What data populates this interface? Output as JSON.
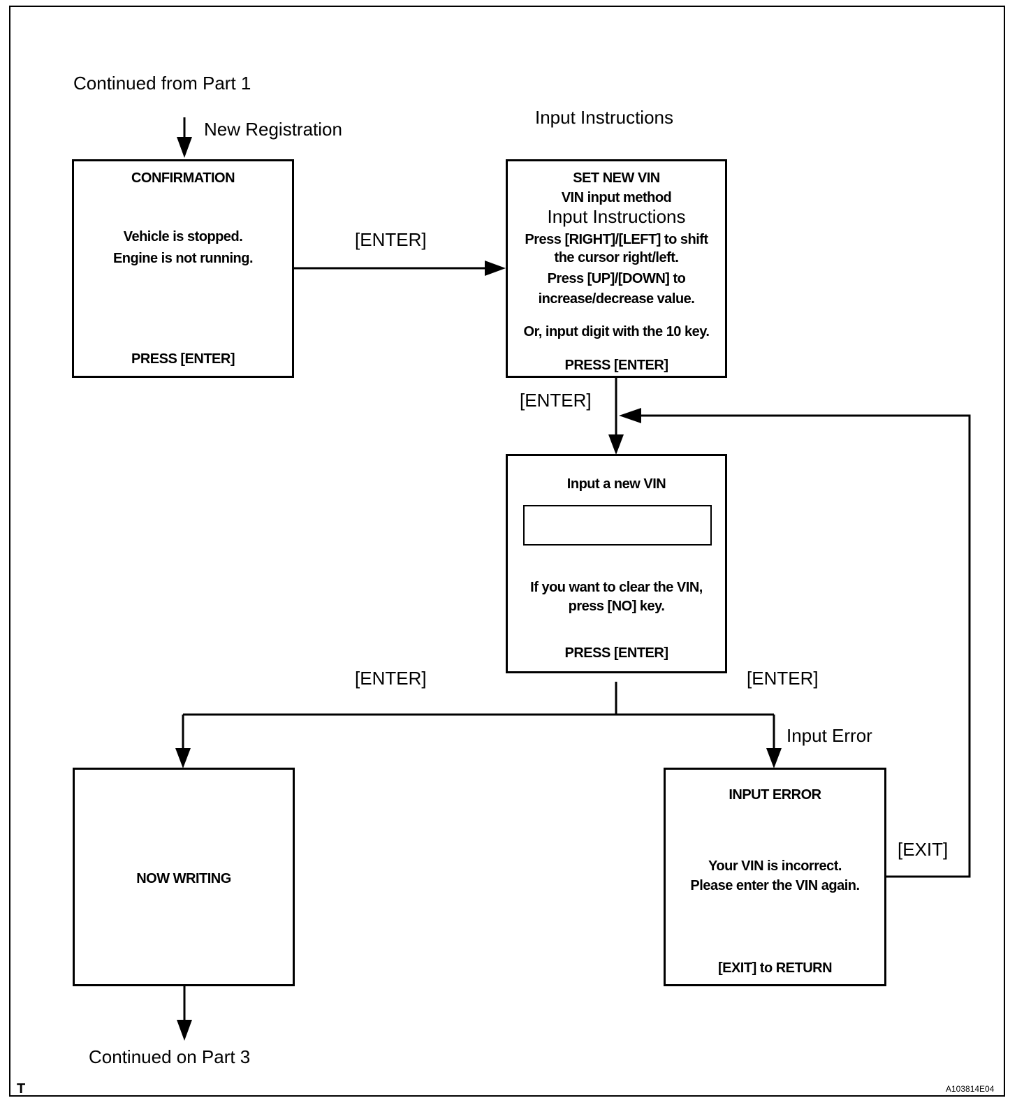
{
  "continued_from": "Continued from Part 1",
  "new_registration": "New Registration",
  "input_instructions_heading": "Input Instructions",
  "continued_on": "Continued on Part 3",
  "edge_labels": {
    "enter_confirm_to_set": "[ENTER]",
    "enter_set_to_input": "[ENTER]",
    "enter_to_writing": "[ENTER]",
    "enter_to_error": "[ENTER]",
    "input_error_branch": "Input Error",
    "exit_return": "[EXIT]"
  },
  "confirmation": {
    "title": "CONFIRMATION",
    "line1": "Vehicle is stopped.",
    "line2": "Engine is not running.",
    "footer": "PRESS [ENTER]"
  },
  "set_new_vin": {
    "title": "SET NEW VIN",
    "subtitle": "VIN input method",
    "instructions": "Input Instructions",
    "line1": "Press [RIGHT]/[LEFT] to shift",
    "line2": "the cursor right/left.",
    "line3": "Press [UP]/[DOWN]  to",
    "line4": "increase/decrease value.",
    "line5": "Or, input digit with the 10 key.",
    "footer": "PRESS [ENTER]"
  },
  "input_vin": {
    "title": "Input a new VIN",
    "field_value": "",
    "line1": "If you want to clear the VIN,",
    "line2": "press [NO] key.",
    "footer": "PRESS [ENTER]"
  },
  "now_writing": {
    "title": "NOW WRITING"
  },
  "input_error": {
    "title": "INPUT  ERROR",
    "line1": "Your VIN is incorrect.",
    "line2": "Please enter the VIN again.",
    "footer": "[EXIT] to RETURN"
  },
  "corner_letter": "T",
  "figure_id": "A103814E04"
}
